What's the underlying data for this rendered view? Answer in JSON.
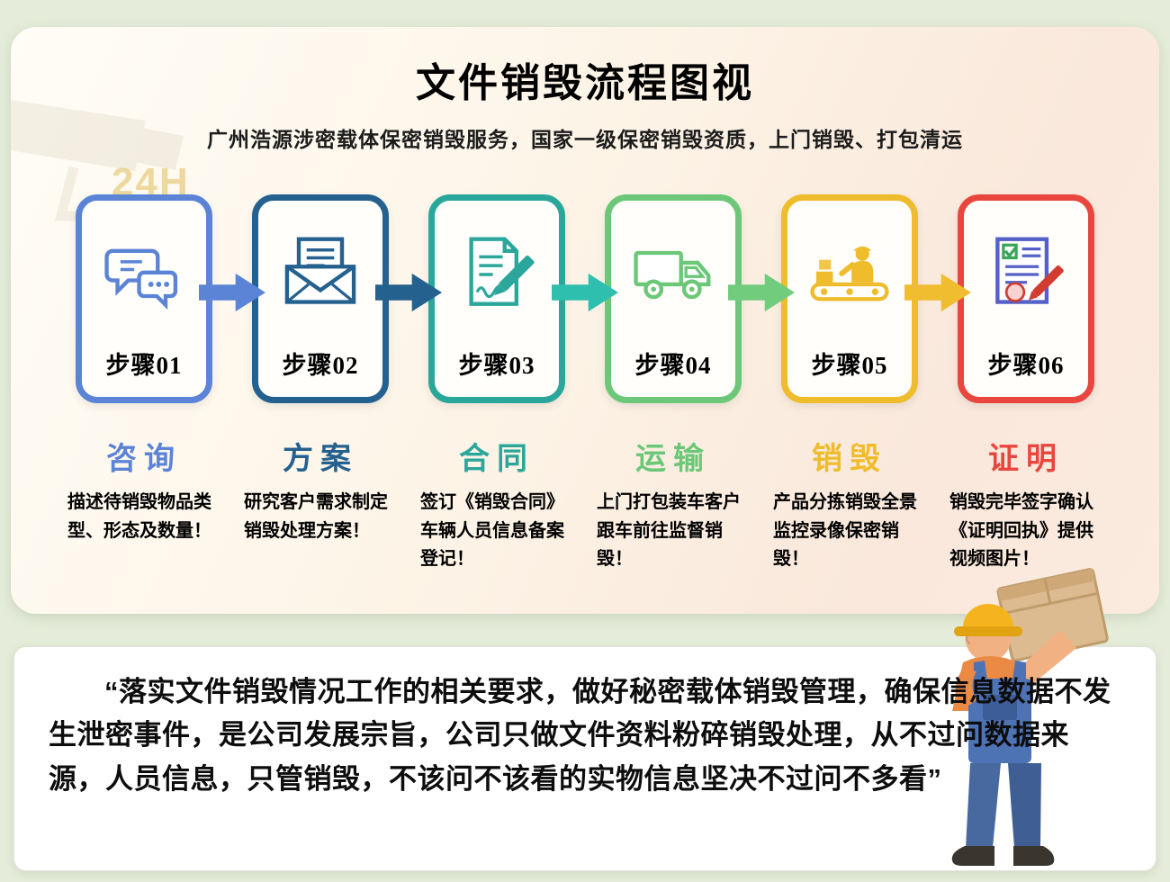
{
  "header": {
    "title": "文件销毁流程图视",
    "subtitle": "广州浩源涉密载体保密销毁服务，国家一级保密销毁资质，上门销毁、打包清运",
    "watermark": "24H"
  },
  "steps": [
    {
      "label": "步骤01",
      "name": "咨询",
      "color": "#5b84d6",
      "icon": "chat-bubbles-icon",
      "desc": "描述待销毁物品类型、形态及数量！"
    },
    {
      "label": "步骤02",
      "name": "方案",
      "color": "#25618f",
      "icon": "envelope-letter-icon",
      "desc": "研究客户需求制定销毁处理方案！"
    },
    {
      "label": "步骤03",
      "name": "合同",
      "color": "#2aa79a",
      "icon": "contract-pen-icon",
      "desc": "签订《销毁合同》车辆人员信息备案登记！"
    },
    {
      "label": "步骤04",
      "name": "运输",
      "color": "#6cc878",
      "icon": "truck-icon",
      "desc": "上门打包装车客户跟车前往监督销毁！"
    },
    {
      "label": "步骤05",
      "name": "销毁",
      "color": "#eebc2c",
      "icon": "shredder-machine-icon",
      "desc": "产品分拣销毁全景监控录像保密销毁！"
    },
    {
      "label": "步骤06",
      "name": "证明",
      "color": "#e8463e",
      "icon": "certificate-stamp-icon",
      "desc": "销毁完毕签字确认《证明回执》提供视频图片！"
    }
  ],
  "arrows": [
    {
      "color": "#5b84d6"
    },
    {
      "color": "#25618f"
    },
    {
      "color": "#2fbfae"
    },
    {
      "color": "#72cc7e"
    },
    {
      "color": "#f0bc30"
    }
  ],
  "quote": {
    "text": "“落实文件销毁情况工作的相关要求，做好秘密载体销毁管理，确保信息数据不发生泄密事件，是公司发展宗旨，公司只做文件资料粉碎销毁处理，从不过问数据来源，人员信息，只管销毁，不该问不该看的实物信息坚决不过问不多看”"
  }
}
